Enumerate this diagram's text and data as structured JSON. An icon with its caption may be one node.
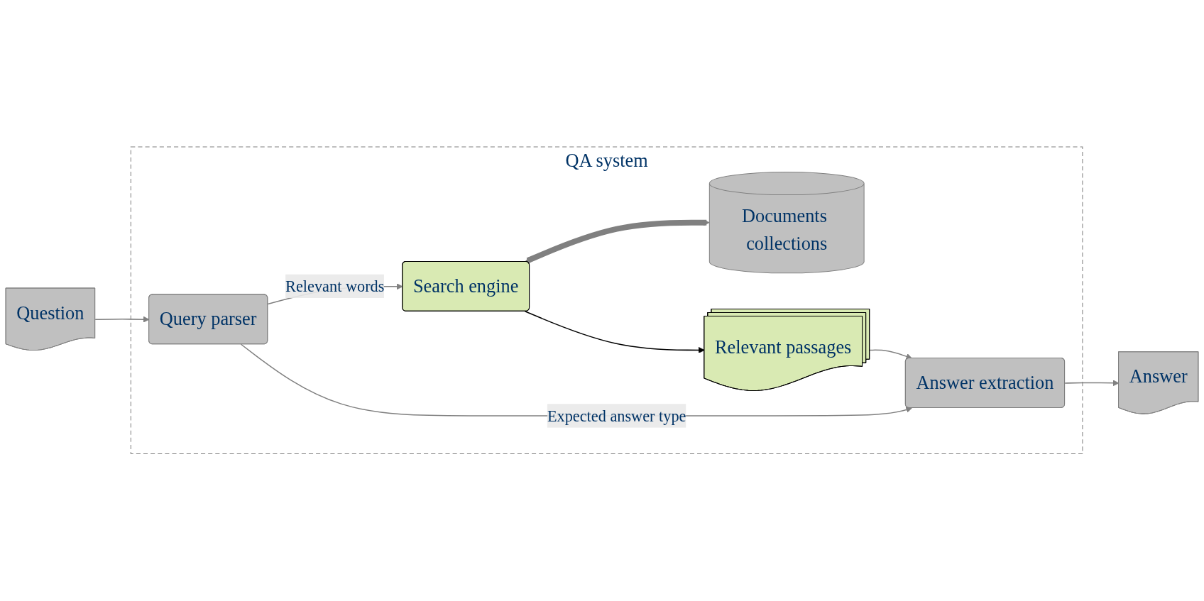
{
  "diagram": {
    "nodes": [
      {
        "text": [
          "Question"
        ]
      },
      {
        "text": [
          "QA system"
        ]
      },
      {
        "text": [
          "Query parser"
        ],
        "in": 1
      },
      {
        "text": [
          "Search engine"
        ],
        "in": 1
      },
      {
        "text": [
          "Documents collections"
        ],
        "in": 1
      },
      {
        "text": [
          "Answer extraction"
        ],
        "in": 1
      },
      {
        "text": [
          "Relevant passages"
        ],
        "in": 1
      },
      {
        "text": [
          "Answer"
        ]
      }
    ],
    "edges": [
      {
        "from": 0,
        "to": 2,
        "arrow": "to"
      },
      {
        "from": 2,
        "to": 3,
        "arrow": "to",
        "label": "Relevant words"
      },
      {
        "from": 3,
        "to": 4,
        "arrow": "both",
        "style": "thick"
      },
      {
        "from": 2,
        "to": 5,
        "arrow": "to",
        "label": "Expected answer type"
      },
      {
        "from": 3,
        "to": 6,
        "arrow": "to",
        "color": "#000000"
      },
      {
        "from": 6,
        "to": 5,
        "arrow": "to"
      },
      {
        "from": 5,
        "to": 7,
        "arrow": "to"
      }
    ]
  }
}
